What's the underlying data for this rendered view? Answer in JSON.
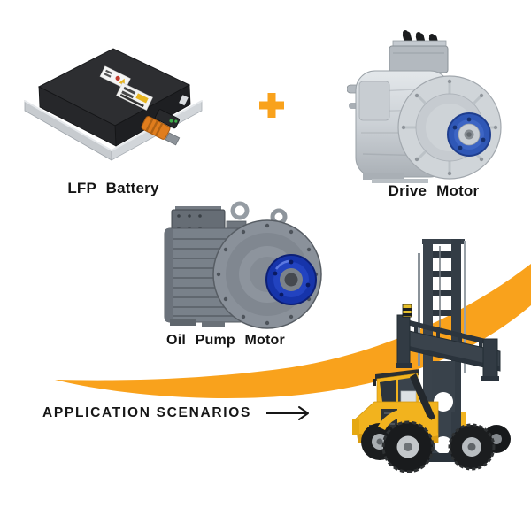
{
  "colors": {
    "accent_orange": "#F9A21C",
    "text_black": "#141414",
    "battery_black": "#2d2e31",
    "motor_silver": "#d0d5d9",
    "oil_motor_gray": "#828992",
    "flange_blue": "#2f57b6",
    "oil_flange_blue": "#1634aa",
    "forklift_yellow": "#f2b31e",
    "mast_slate": "#3a434c"
  },
  "components": [
    {
      "id": "lfp-battery",
      "label": "LFP Battery"
    },
    {
      "id": "drive-motor",
      "label": "Drive Motor"
    },
    {
      "id": "oil-pump-motor",
      "label": "Oil Pump Motor"
    }
  ],
  "operators": {
    "plus": "+"
  },
  "application": {
    "label": "APPLICATION SCENARIOS"
  },
  "icons": {
    "plus": "plus-icon",
    "arrow_right": "long-right-arrow-icon"
  }
}
